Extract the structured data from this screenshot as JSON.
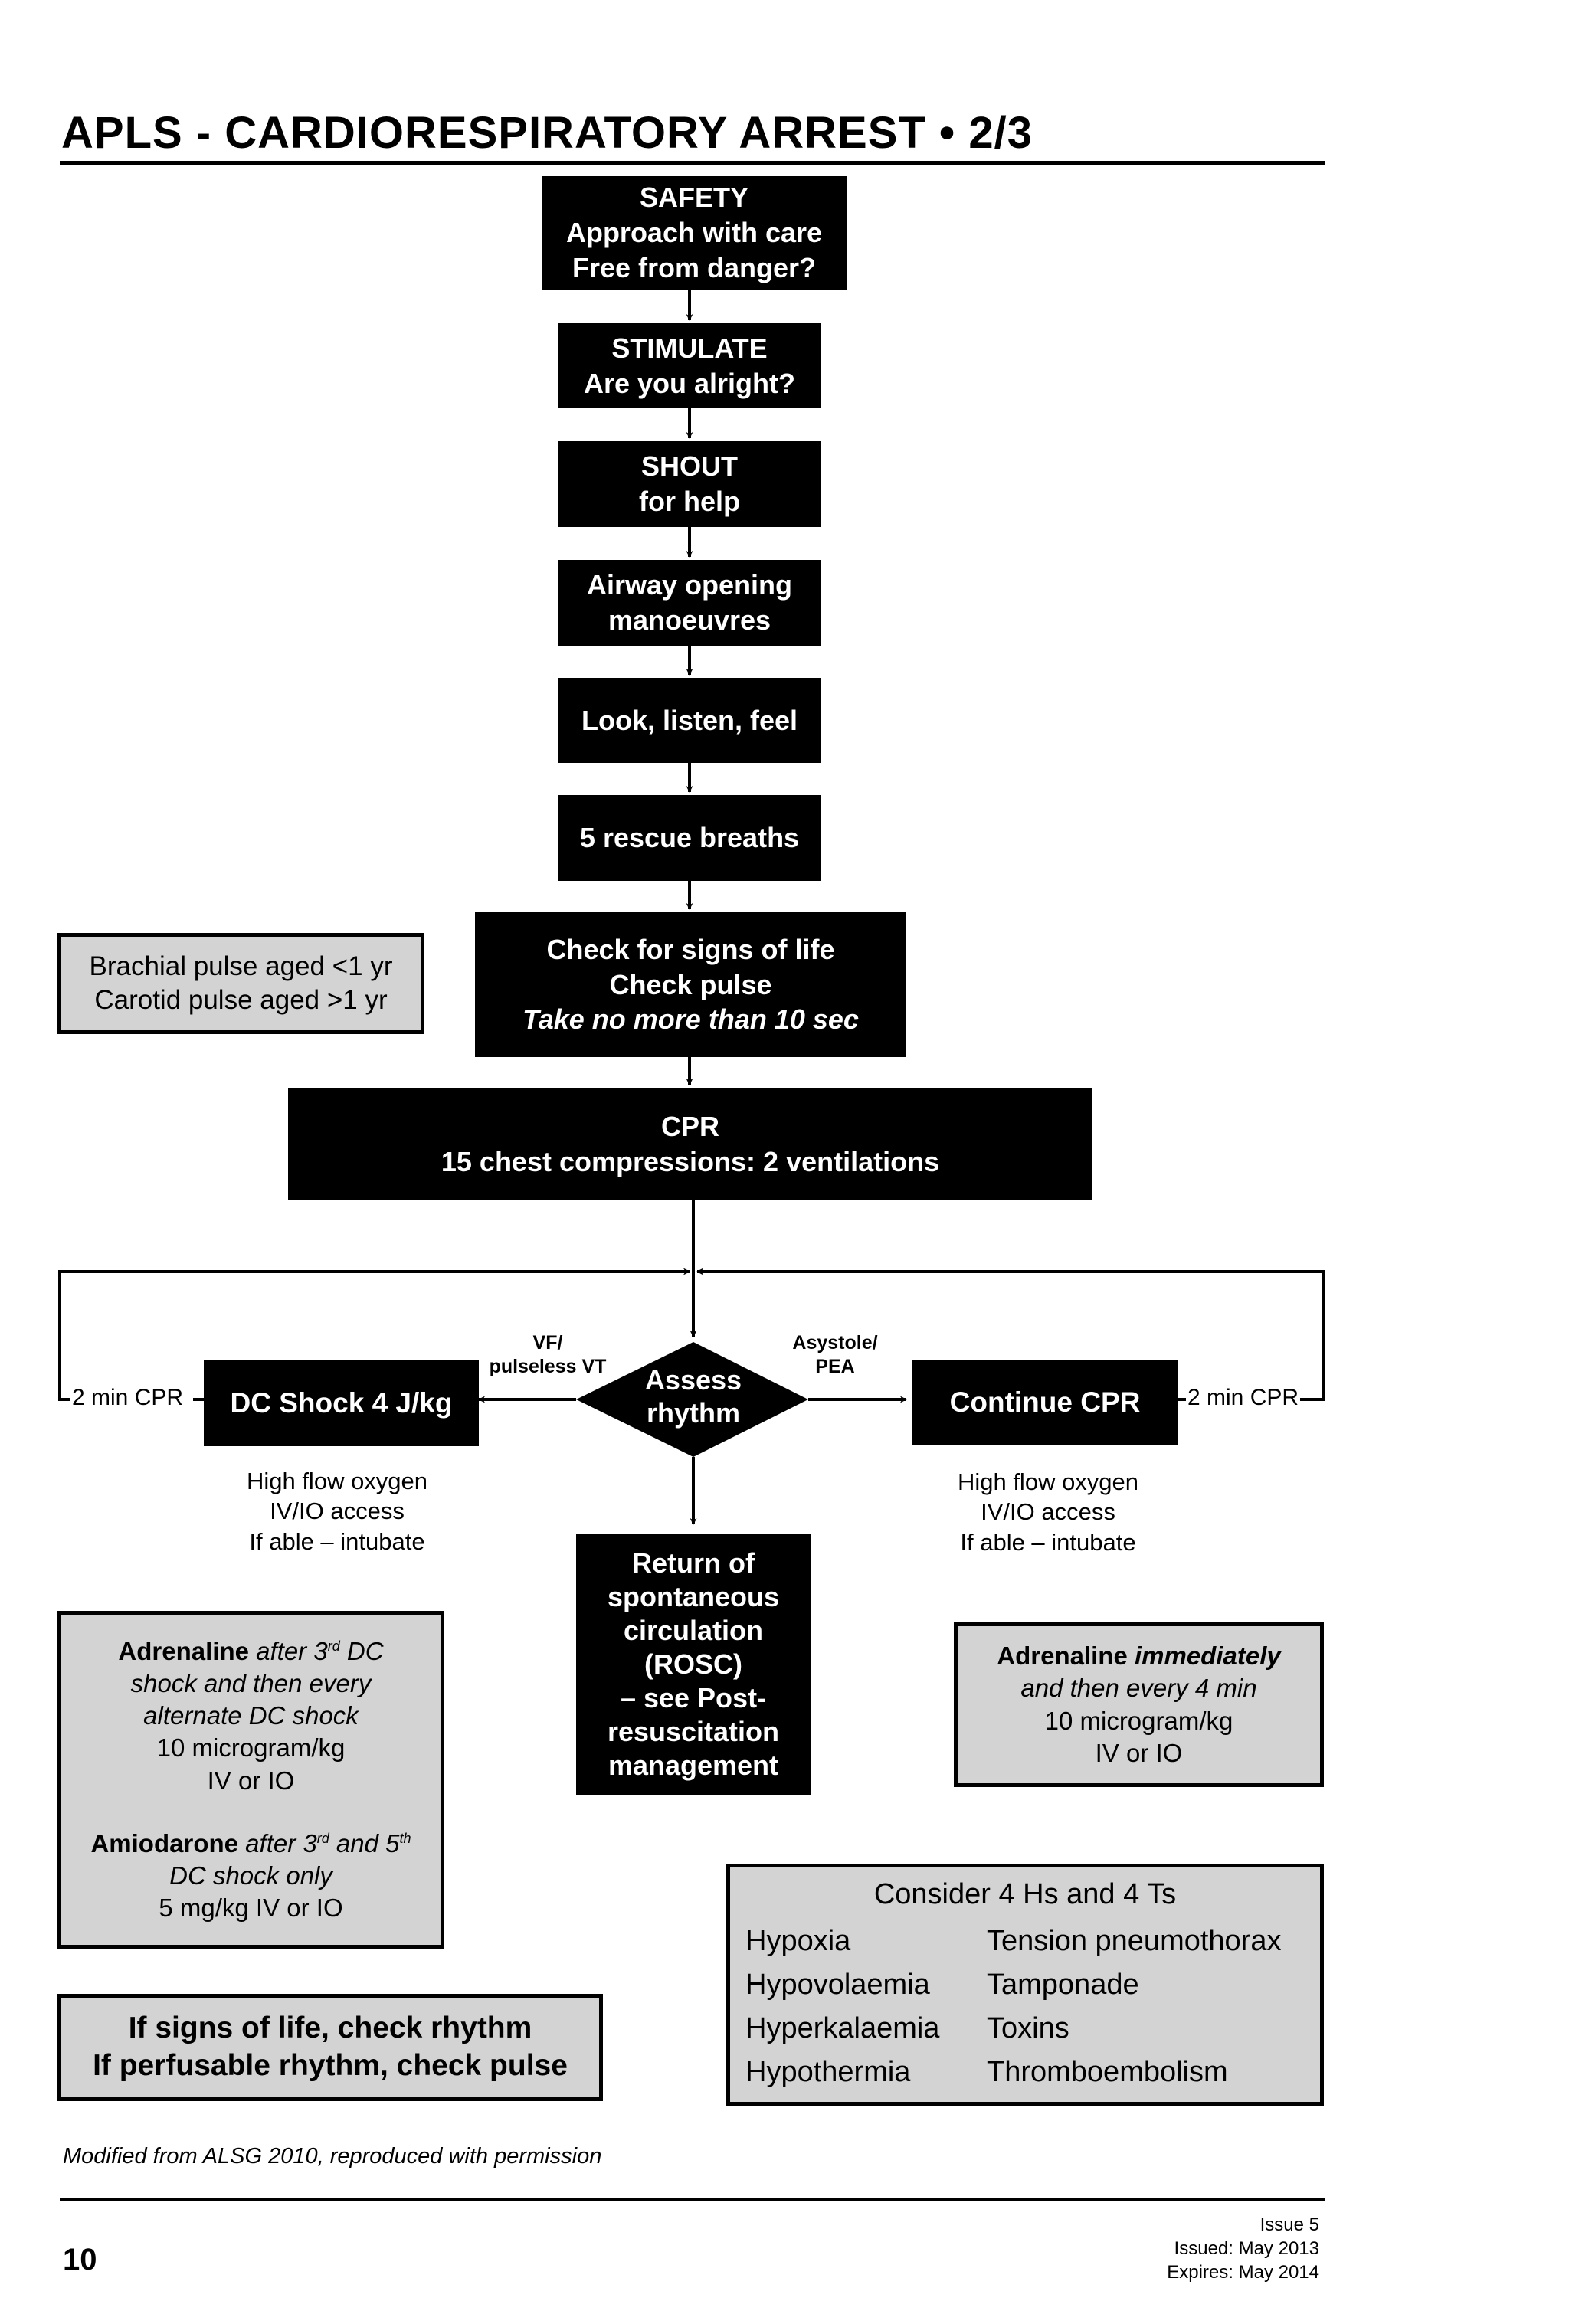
{
  "header": {
    "title": "APLS - CARDIORESPIRATORY ARREST  • 2/3"
  },
  "flow": {
    "safety": [
      "SAFETY",
      "Approach with care",
      "Free from danger?"
    ],
    "stimulate": [
      "STIMULATE",
      "Are you alright?"
    ],
    "shout": [
      "SHOUT",
      "for help"
    ],
    "airway": [
      "Airway opening",
      "manoeuvres"
    ],
    "look": "Look, listen, feel",
    "breaths": "5 rescue breaths",
    "signs": [
      "Check for signs of life",
      "Check pulse",
      "Take no more than 10 sec"
    ],
    "cpr": [
      "CPR",
      "15 chest compressions: 2 ventilations"
    ],
    "assess": [
      "Assess",
      "rhythm"
    ],
    "dc_shock": "DC Shock 4 J/kg",
    "continue_cpr": "Continue CPR",
    "rosc": [
      "Return of",
      "spontaneous",
      "circulation",
      "(ROSC)",
      "– see Post-",
      "resuscitation",
      "management"
    ]
  },
  "pulse_box": [
    "Brachial pulse aged <1 yr",
    "Carotid pulse aged >1 yr"
  ],
  "labels": {
    "vf": [
      "VF/",
      "pulseless VT"
    ],
    "asystole": [
      "Asystole/",
      "PEA"
    ],
    "two_min_left": "2 min CPR",
    "two_min_right": "2 min CPR"
  },
  "left_notes": [
    "High flow oxygen",
    "IV/IO access",
    "If able – intubate"
  ],
  "right_notes": [
    "High flow oxygen",
    "IV/IO access",
    "If able – intubate"
  ],
  "left_drugs": {
    "adr_name": "Adrenaline",
    "adr_l1": " after 3",
    "adr_sup1": "rd",
    "adr_l1b": " DC",
    "adr_l2": "shock and then every",
    "adr_l3": "alternate DC shock",
    "adr_l4": "10 microgram/kg",
    "adr_l5": "IV or IO",
    "amio_name": "Amiodarone",
    "amio_l1": " after 3",
    "amio_sup1": "rd",
    "amio_l1b": " and 5",
    "amio_sup2": "th",
    "amio_l2": "DC shock only",
    "amio_l3": "5 mg/kg IV or IO"
  },
  "right_drugs": {
    "adr_name": "Adrenaline",
    "adr_immediately": " immediately",
    "l2": "and then every 4 min",
    "l3": "10 microgram/kg",
    "l4": "IV or IO"
  },
  "hs_ts": {
    "title": "Consider 4 Hs and 4 Ts",
    "hs": [
      "Hypoxia",
      "Hypovolaemia",
      "Hyperkalaemia",
      "Hypothermia"
    ],
    "ts": [
      "Tension pneumothorax",
      "Tamponade",
      "Toxins",
      "Thromboembolism"
    ]
  },
  "signs_box": [
    "If signs of life, check rhythm",
    "If perfusable rhythm, check pulse"
  ],
  "footer": {
    "credit": "Modified from ALSG 2010, reproduced with permission",
    "page": "10",
    "issue": "Issue 5",
    "issued": "Issued: May 2013",
    "expires": "Expires: May 2014"
  }
}
